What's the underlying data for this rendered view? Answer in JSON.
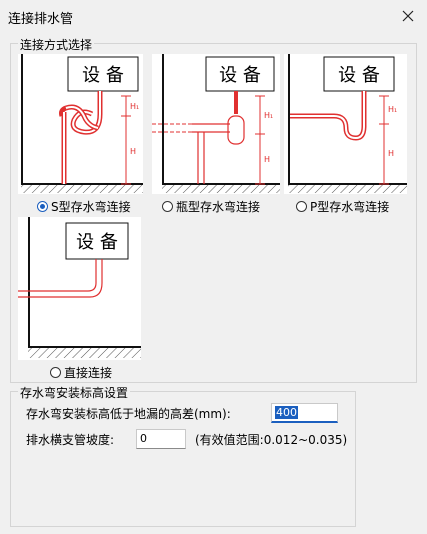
{
  "window": {
    "title": "连接排水管"
  },
  "connection_group": {
    "label": "连接方式选择",
    "device_text": "设 备",
    "h1_label": "H₁",
    "h_label": "H",
    "options": [
      {
        "label": "S型存水弯连接",
        "selected": true
      },
      {
        "label": "瓶型存水弯连接",
        "selected": false
      },
      {
        "label": "P型存水弯连接",
        "selected": false
      },
      {
        "label": "直接连接",
        "selected": false
      }
    ]
  },
  "height_group": {
    "label": "存水弯安装标高设置",
    "height_diff_label": "存水弯安装标高低于地漏的高差(mm):",
    "height_diff_value": "400",
    "slope_label": "排水横支管坡度:",
    "slope_value": "0",
    "slope_hint": "(有效值范围:0.012~0.035)"
  },
  "colors": {
    "pipe": "#e03030",
    "accent": "#1b5fbf"
  }
}
